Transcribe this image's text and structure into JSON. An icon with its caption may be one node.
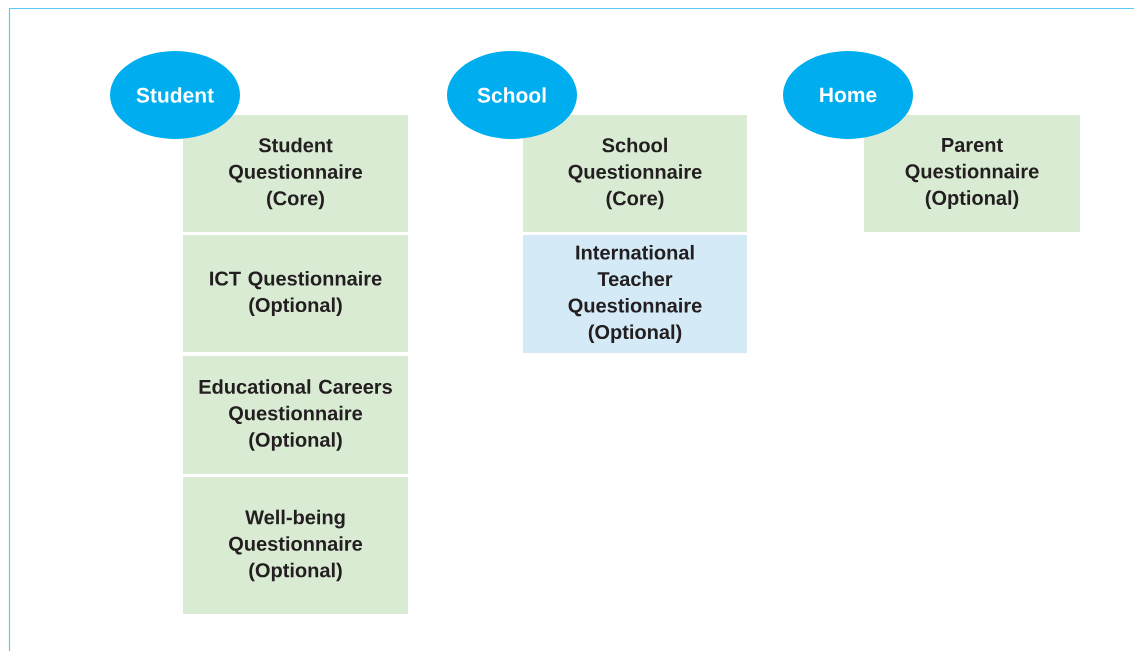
{
  "diagram": {
    "nodes": [
      {
        "text": [
          "Student"
        ]
      },
      {
        "text": [
          "Student Questionnaire (Core)"
        ]
      },
      {
        "text": [
          "ICT Questionnaire (Optional)"
        ]
      },
      {
        "text": [
          "Educational Careers Questionnaire (Optional)"
        ]
      },
      {
        "text": [
          "Well-being Questionnaire (Optional)"
        ]
      },
      {
        "text": [
          "School"
        ]
      },
      {
        "text": [
          "School Questionnaire (Core)"
        ]
      },
      {
        "text": [
          "International Teacher Questionnaire (Optional)"
        ]
      },
      {
        "text": [
          "Home"
        ]
      },
      {
        "text": [
          "Parent Questionnaire (Optional)"
        ]
      }
    ]
  }
}
